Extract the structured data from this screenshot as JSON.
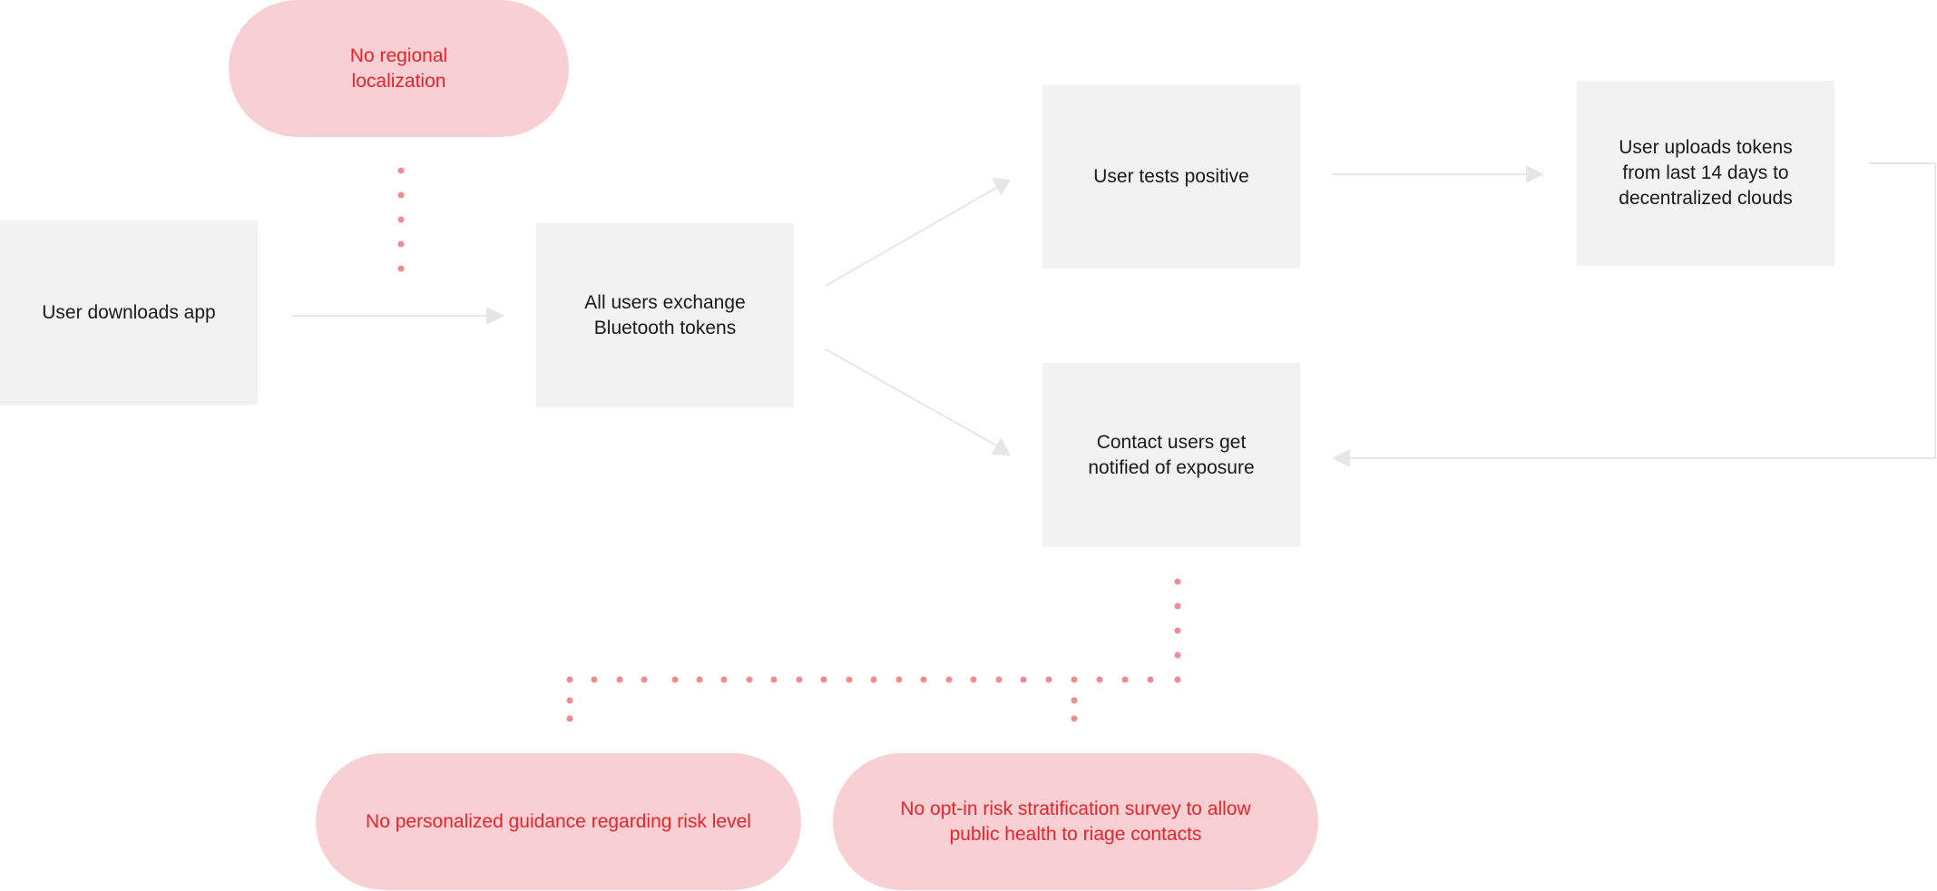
{
  "colors": {
    "step_fill": "#f2f2f2",
    "step_text": "#1a1a1a",
    "gap_fill": "#f8d0d3",
    "gap_text": "#e8232c",
    "connector": "#e6e6e6",
    "dots": "#f08a93"
  },
  "steps": {
    "download": "User downloads app",
    "exchange": "All users exchange\nBluetooth tokens",
    "positive": "User tests positive",
    "upload": "User uploads tokens\nfrom last 14 days to\ndecentralized clouds",
    "notified": "Contact users get\nnotified of exposure"
  },
  "gaps": {
    "localization": "No regional\nlocalization",
    "guidance": "No personalized guidance regarding risk level",
    "survey": "No opt-in risk stratification survey to allow\npublic health to riage contacts"
  }
}
